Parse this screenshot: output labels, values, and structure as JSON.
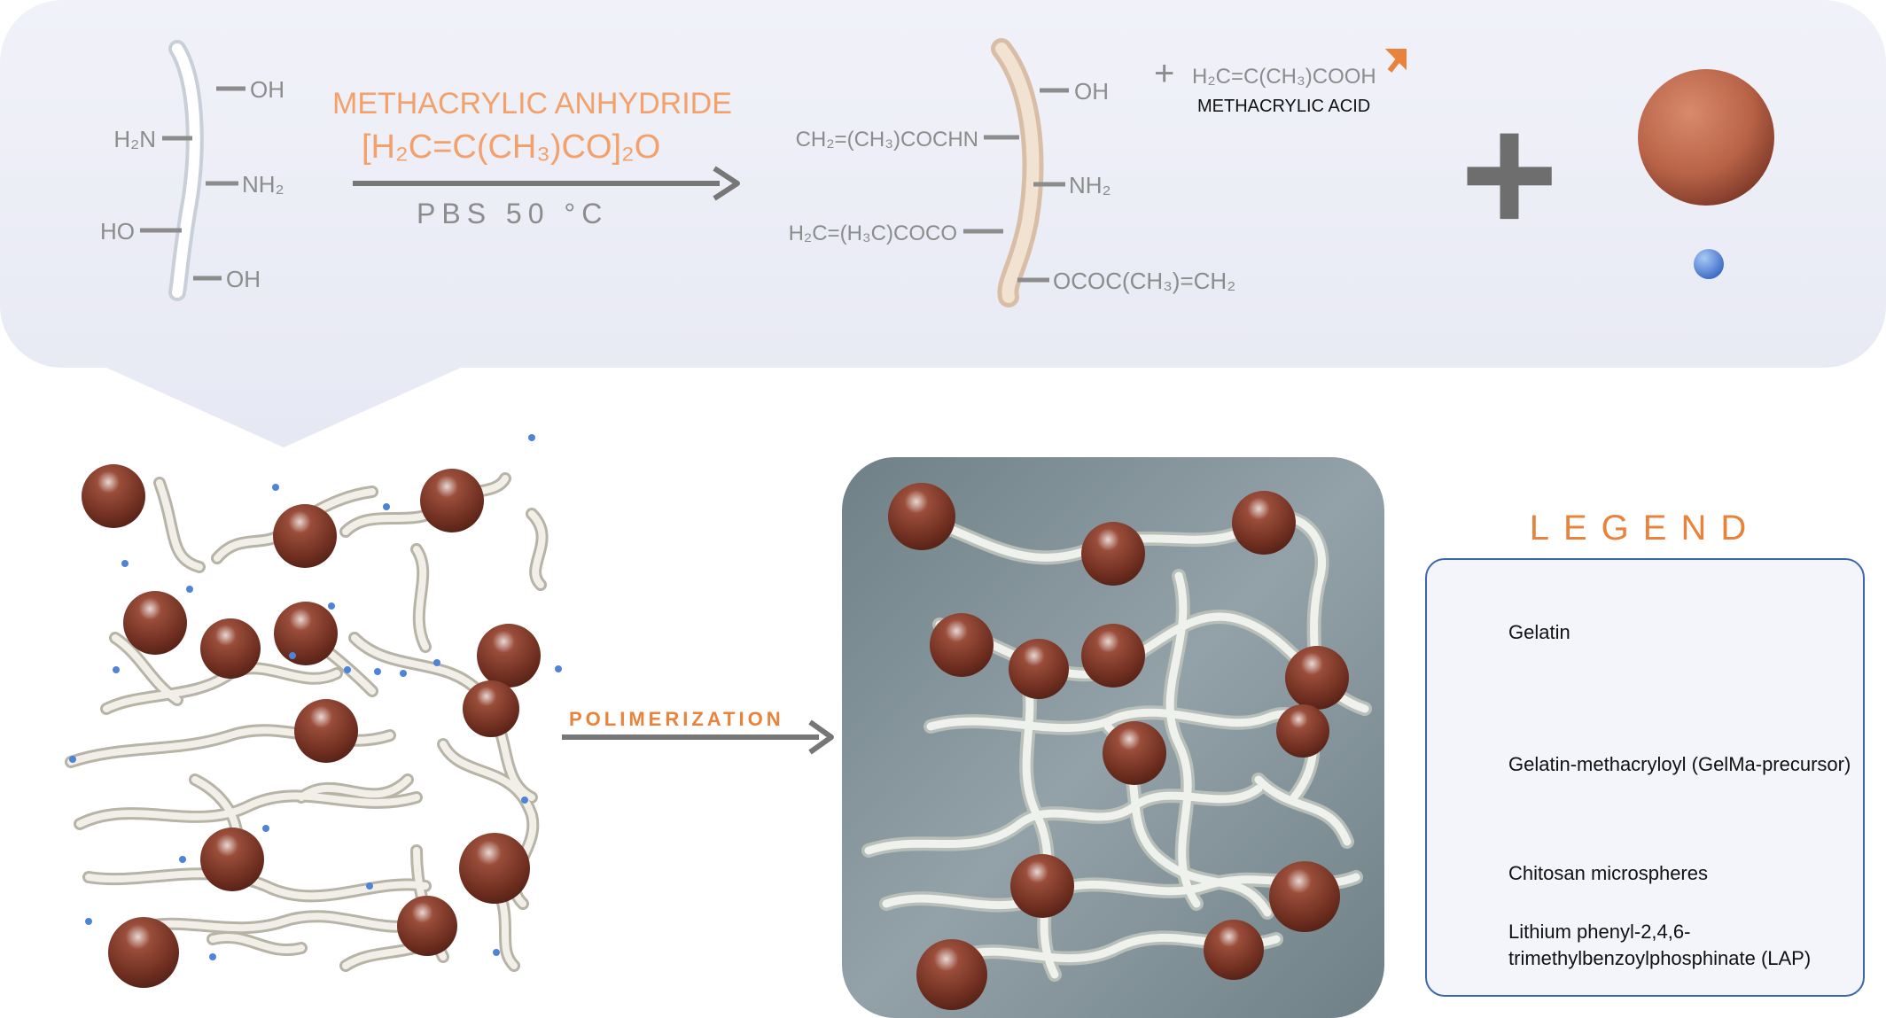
{
  "gelatin_chain": {
    "left_groups": [
      "H₂N",
      "HO"
    ],
    "right_groups": [
      "OH",
      "NH₂",
      "OH"
    ]
  },
  "reaction": {
    "reagent_name": "METHACRYLIC  ANHYDRIDE",
    "reagent_formula": "[H₂C=C(CH₃)CO]₂O",
    "conditions": "PBS 50 °C"
  },
  "gelma_chain": {
    "left_groups": [
      "CH₂=(CH₃)COCHN",
      "H₂C=(H₃C)COCO"
    ],
    "right_groups": [
      "OH",
      "NH₂",
      "OCOC(CH₃)=CH₂"
    ]
  },
  "byproduct": {
    "plus": "+",
    "formula": "H₂C=C(CH₃)COOH",
    "name": "METHACRYLIC ACID"
  },
  "plus_sign": "+",
  "polymerization_label": "POLIMERIZATION",
  "legend": {
    "title": "LEGEND",
    "items": [
      {
        "label": "Gelatin",
        "icon": "gelatin-strand-icon"
      },
      {
        "label": "Gelatin-methacryloyl (GelMa-precursor)",
        "icon": "gelma-strand-icon"
      },
      {
        "label": "Chitosan microspheres",
        "icon": "chitosan-sphere-icon"
      },
      {
        "label": "Lithium phenyl-2,4,6-trimethylbenzoylphosphinate (LAP)",
        "icon": "lap-dot-icon"
      }
    ]
  },
  "colors": {
    "accent_orange": "#e9823b",
    "reagent_orange": "#f4a06b",
    "panel_bg": "#eef0f8",
    "gelma_strand": "#ead6c4",
    "chitosan": "#8a3f2c",
    "lap": "#4f83d6",
    "network_bg": "#7f8f96",
    "legend_border": "#3b66a8"
  }
}
